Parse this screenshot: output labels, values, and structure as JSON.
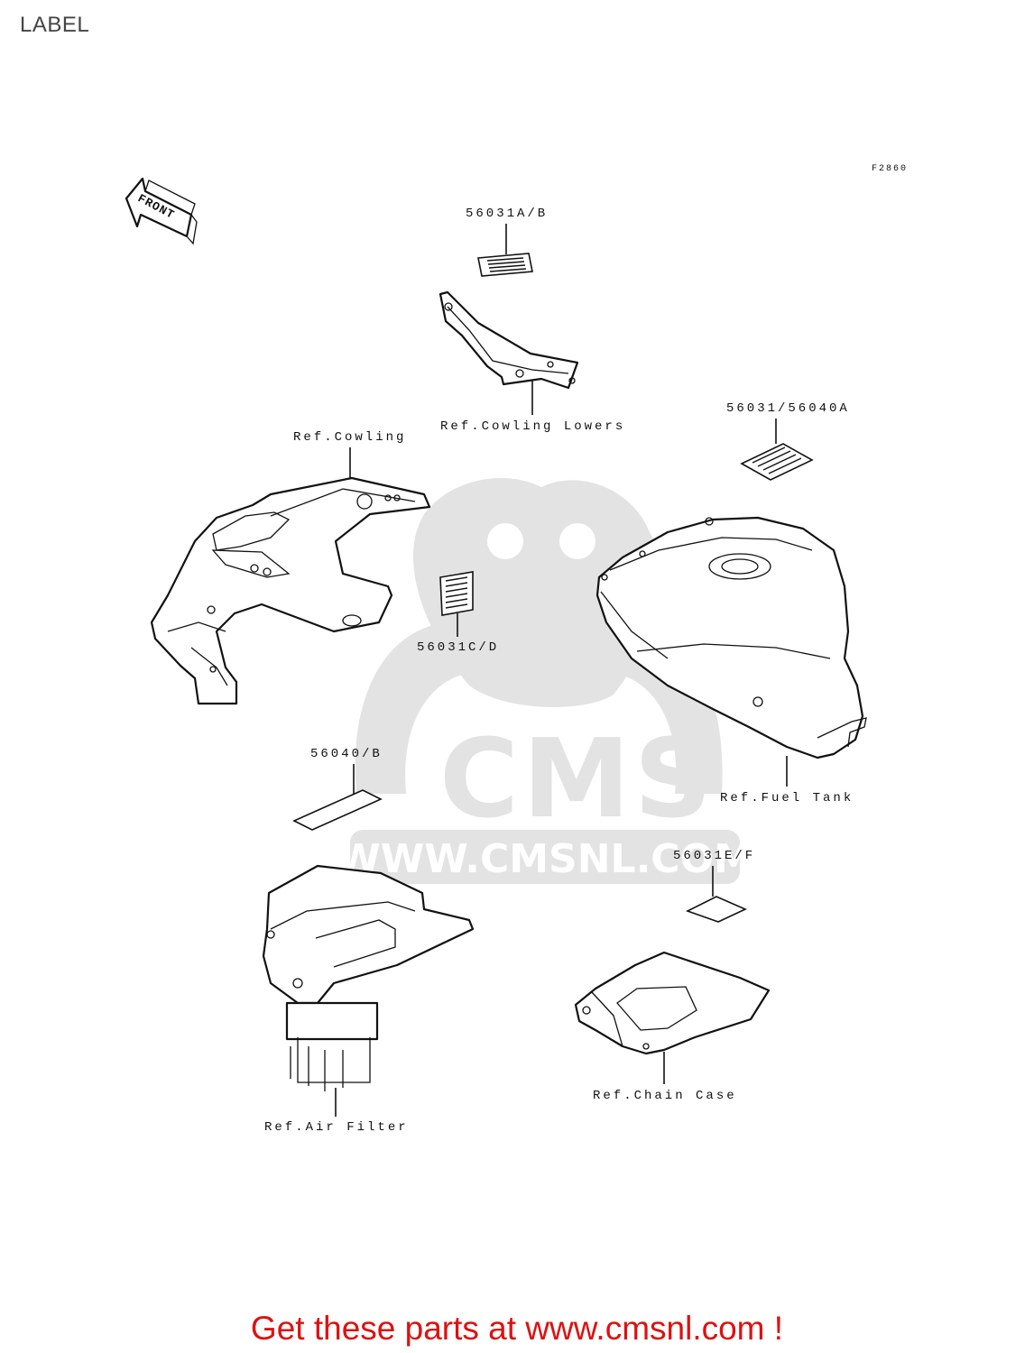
{
  "page": {
    "title": "LABEL"
  },
  "diagram": {
    "figure_code": "F2860",
    "front_arrow": "FRONT",
    "parts": {
      "label_56031ab": "56031A/B",
      "ref_cowling_lowers": "Ref.Cowling Lowers",
      "label_56031_56040a": "56031/56040A",
      "ref_cowling": "Ref.Cowling",
      "label_56031cd": "56031C/D",
      "ref_fuel_tank": "Ref.Fuel Tank",
      "label_56040b": "56040/B",
      "label_56031ef": "56031E/F",
      "ref_air_filter": "Ref.Air Filter",
      "ref_chain_case": "Ref.Chain Case"
    }
  },
  "watermark": {
    "brand": "CMS",
    "url": "WWW.CMSNL.COM"
  },
  "footer": {
    "promo": "Get these parts at www.cmsnl.com !"
  },
  "colors": {
    "promo": "#dd1111",
    "title": "#444444",
    "watermark": "#e3e3e3",
    "line": "#111111"
  }
}
